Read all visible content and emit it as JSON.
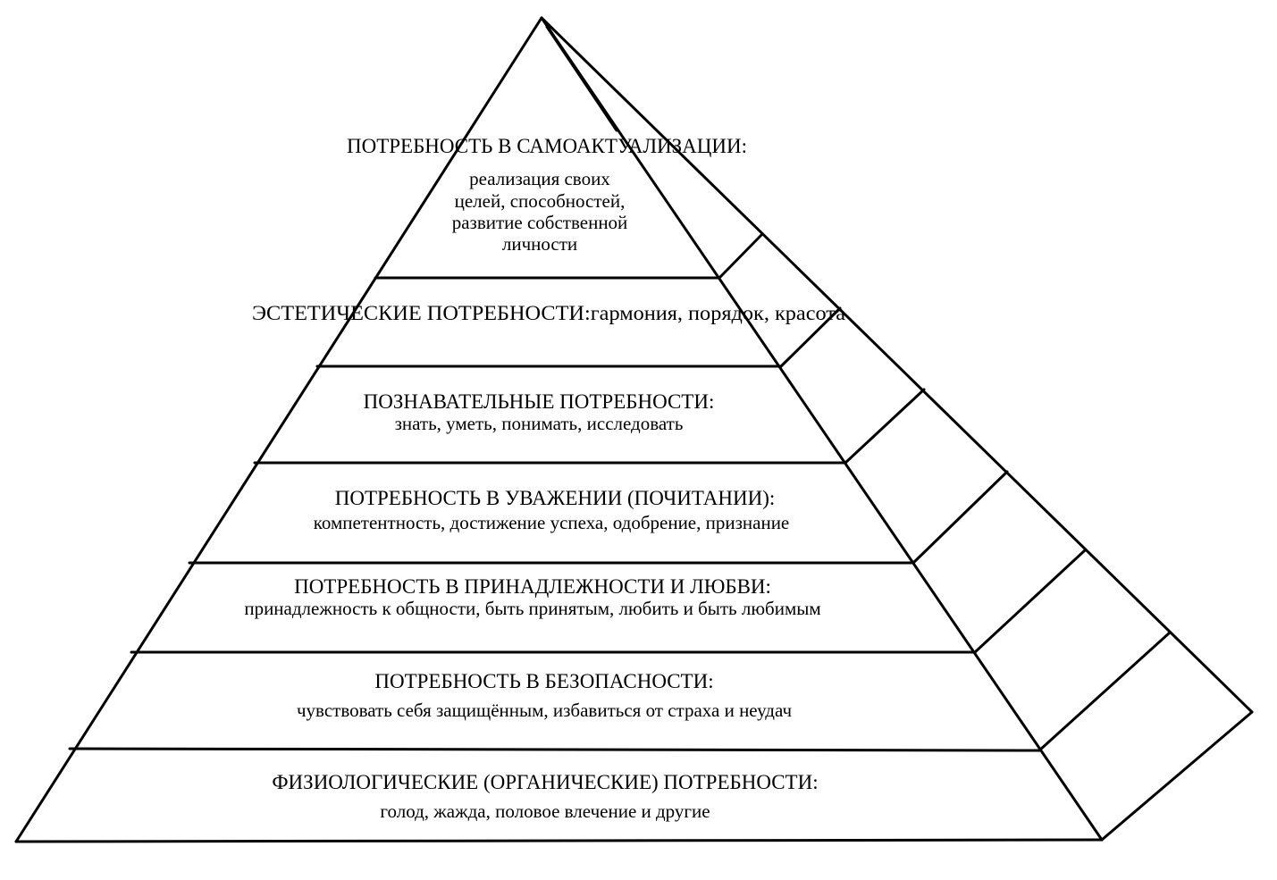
{
  "diagram": {
    "line_color": "#000000",
    "background": "#ffffff",
    "levels": [
      {
        "title": "ПОТРЕБНОСТЬ В САМОАКТУАЛИЗАЦИИ:",
        "desc_lines": [
          "реализация своих",
          "целей, способностей,",
          "развитие собственной",
          "личности"
        ]
      },
      {
        "title": "ЭСТЕТИЧЕСКИЕ ПОТРЕБНОСТИ:гармония, порядок, красота",
        "desc_lines": []
      },
      {
        "title": "ПОЗНАВАТЕЛЬНЫЕ ПОТРЕБНОСТИ:",
        "desc_lines": [
          "знать, уметь, понимать, исследовать"
        ]
      },
      {
        "title": "ПОТРЕБНОСТЬ В УВАЖЕНИИ (ПОЧИТАНИИ):",
        "desc_lines": [
          "компетентность, достижение успеха, одобрение, признание"
        ]
      },
      {
        "title": "ПОТРЕБНОСТЬ В ПРИНАДЛЕЖНОСТИ И ЛЮБВИ:",
        "desc_lines": [
          "принадлежность к общности, быть принятым, любить и быть любимым"
        ]
      },
      {
        "title": "ПОТРЕБНОСТЬ В БЕЗОПАСНОСТИ:",
        "desc_lines": [
          "чувствовать себя защищённым, избавиться от страха и неудач"
        ]
      },
      {
        "title": "ФИЗИОЛОГИЧЕСКИЕ (ОРГАНИЧЕСКИЕ) ПОТРЕБНОСТИ:",
        "desc_lines": [
          "голод, жажда, половое влечение и другие"
        ]
      }
    ]
  }
}
